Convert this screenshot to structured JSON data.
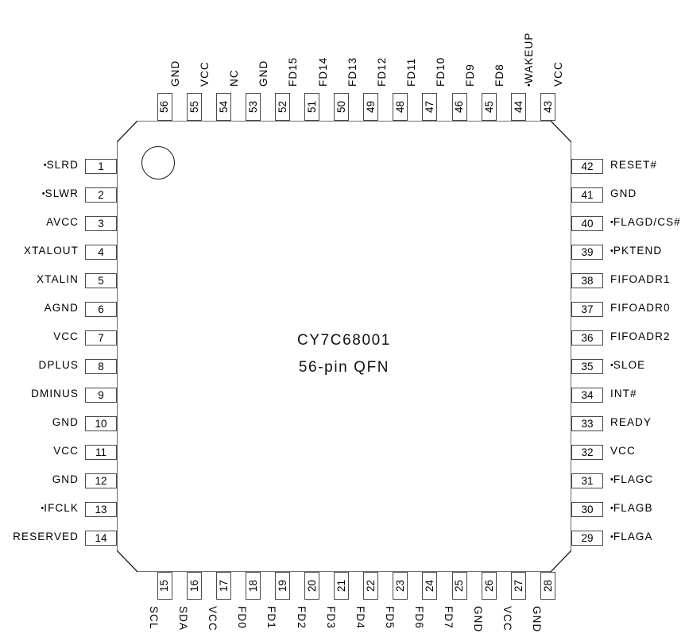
{
  "diagram": {
    "part_number": "CY7C68001",
    "package": "56-pin QFN",
    "total_pins": 56,
    "pin1_indicator": "circle"
  },
  "pins": {
    "left": [
      {
        "number": "1",
        "name": "SLRD",
        "bullet": true
      },
      {
        "number": "2",
        "name": "SLWR",
        "bullet": true
      },
      {
        "number": "3",
        "name": "AVCC",
        "bullet": false
      },
      {
        "number": "4",
        "name": "XTALOUT",
        "bullet": false
      },
      {
        "number": "5",
        "name": "XTALIN",
        "bullet": false
      },
      {
        "number": "6",
        "name": "AGND",
        "bullet": false
      },
      {
        "number": "7",
        "name": "VCC",
        "bullet": false
      },
      {
        "number": "8",
        "name": "DPLUS",
        "bullet": false
      },
      {
        "number": "9",
        "name": "DMINUS",
        "bullet": false
      },
      {
        "number": "10",
        "name": "GND",
        "bullet": false
      },
      {
        "number": "11",
        "name": "VCC",
        "bullet": false
      },
      {
        "number": "12",
        "name": "GND",
        "bullet": false
      },
      {
        "number": "13",
        "name": "IFCLK",
        "bullet": true
      },
      {
        "number": "14",
        "name": "RESERVED",
        "bullet": false
      }
    ],
    "bottom": [
      {
        "number": "15",
        "name": "SCL",
        "bullet": false
      },
      {
        "number": "16",
        "name": "SDA",
        "bullet": false
      },
      {
        "number": "17",
        "name": "VCC",
        "bullet": false
      },
      {
        "number": "18",
        "name": "FD0",
        "bullet": false
      },
      {
        "number": "19",
        "name": "FD1",
        "bullet": false
      },
      {
        "number": "20",
        "name": "FD2",
        "bullet": false
      },
      {
        "number": "21",
        "name": "FD3",
        "bullet": false
      },
      {
        "number": "22",
        "name": "FD4",
        "bullet": false
      },
      {
        "number": "23",
        "name": "FD5",
        "bullet": false
      },
      {
        "number": "24",
        "name": "FD6",
        "bullet": false
      },
      {
        "number": "25",
        "name": "FD7",
        "bullet": false
      },
      {
        "number": "26",
        "name": "GND",
        "bullet": false
      },
      {
        "number": "27",
        "name": "VCC",
        "bullet": false
      },
      {
        "number": "28",
        "name": "GND",
        "bullet": false
      }
    ],
    "right": [
      {
        "number": "42",
        "name": "RESET#",
        "bullet": false
      },
      {
        "number": "41",
        "name": "GND",
        "bullet": false
      },
      {
        "number": "40",
        "name": "FLAGD/CS#",
        "bullet": true
      },
      {
        "number": "39",
        "name": "PKTEND",
        "bullet": true
      },
      {
        "number": "38",
        "name": "FIFOADR1",
        "bullet": false
      },
      {
        "number": "37",
        "name": "FIFOADR0",
        "bullet": false
      },
      {
        "number": "36",
        "name": "FIFOADR2",
        "bullet": false
      },
      {
        "number": "35",
        "name": "SLOE",
        "bullet": true
      },
      {
        "number": "34",
        "name": "INT#",
        "bullet": false
      },
      {
        "number": "33",
        "name": "READY",
        "bullet": false
      },
      {
        "number": "32",
        "name": "VCC",
        "bullet": false
      },
      {
        "number": "31",
        "name": "FLAGC",
        "bullet": true
      },
      {
        "number": "30",
        "name": "FLAGB",
        "bullet": true
      },
      {
        "number": "29",
        "name": "FLAGA",
        "bullet": true
      }
    ],
    "top": [
      {
        "number": "56",
        "name": "GND",
        "bullet": false
      },
      {
        "number": "55",
        "name": "VCC",
        "bullet": false
      },
      {
        "number": "54",
        "name": "NC",
        "bullet": false
      },
      {
        "number": "53",
        "name": "GND",
        "bullet": false
      },
      {
        "number": "52",
        "name": "FD15",
        "bullet": false
      },
      {
        "number": "51",
        "name": "FD14",
        "bullet": false
      },
      {
        "number": "50",
        "name": "FD13",
        "bullet": false
      },
      {
        "number": "49",
        "name": "FD12",
        "bullet": false
      },
      {
        "number": "48",
        "name": "FD11",
        "bullet": false
      },
      {
        "number": "47",
        "name": "FD10",
        "bullet": false
      },
      {
        "number": "46",
        "name": "FD9",
        "bullet": false
      },
      {
        "number": "45",
        "name": "FD8",
        "bullet": false
      },
      {
        "number": "44",
        "name": "WAKEUP",
        "bullet": true
      },
      {
        "number": "43",
        "name": "VCC",
        "bullet": false
      }
    ]
  },
  "colors": {
    "outline": "#1a1a1a",
    "pad_border": "#4a4a4a",
    "text": "#000000",
    "background": "#ffffff"
  }
}
